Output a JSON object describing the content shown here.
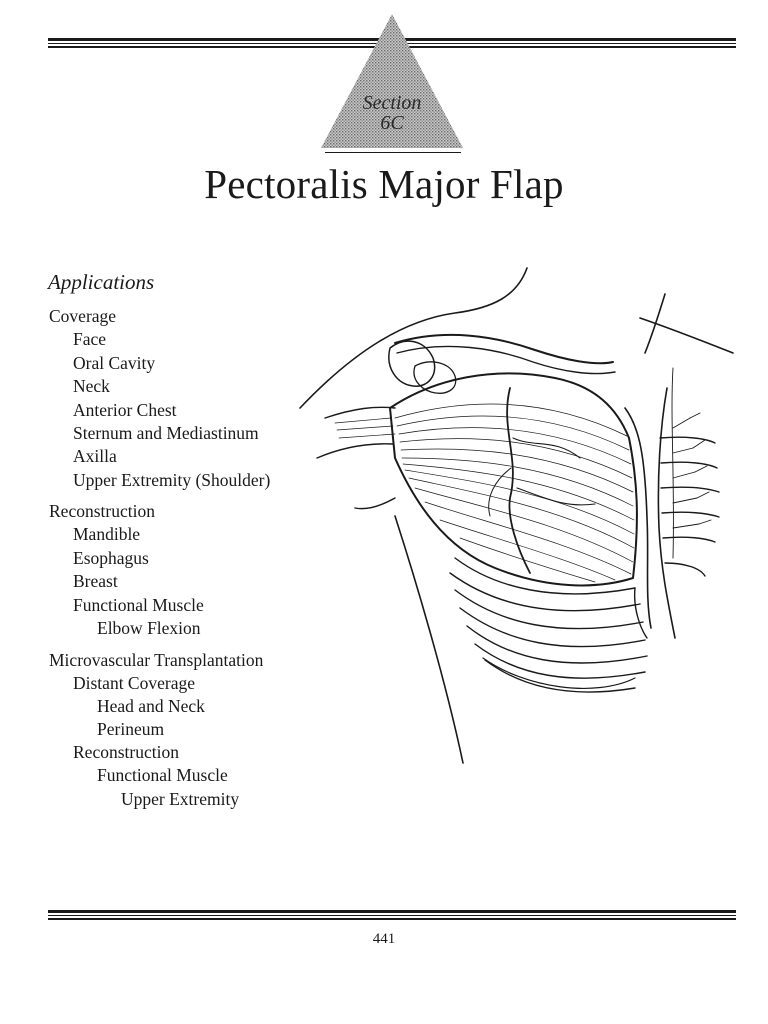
{
  "badge": {
    "line1": "Section",
    "line2": "6C"
  },
  "title": "Pectoralis Major Flap",
  "applications": {
    "heading": "Applications",
    "items": [
      "Coverage",
      "Face",
      "Oral Cavity",
      "Neck",
      "Anterior Chest",
      "Sternum and Mediastinum",
      "Axilla",
      "Upper Extremity (Shoulder)",
      "Reconstruction",
      "Mandible",
      "Esophagus",
      "Breast",
      "Functional Muscle",
      "Elbow Flexion",
      "Microvascular Transplantation",
      "Distant Coverage",
      "Head and Neck",
      "Perineum",
      "Reconstruction",
      "Functional Muscle",
      "Upper Extremity"
    ]
  },
  "page_number": "441"
}
